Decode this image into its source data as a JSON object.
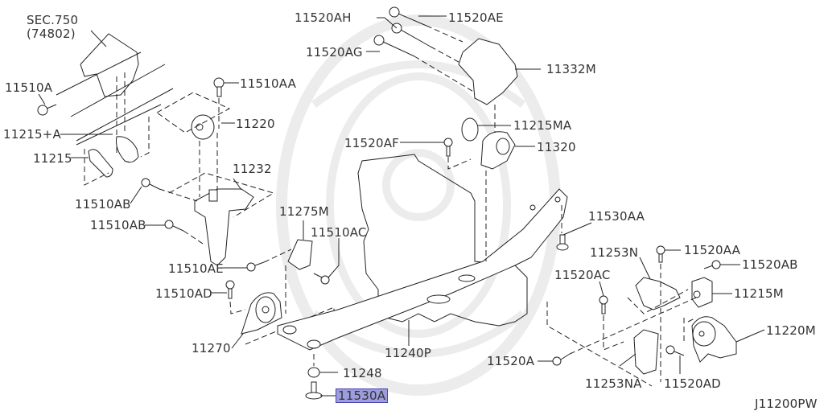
{
  "diagram": {
    "type": "exploded parts diagram",
    "subject": "engine mounting",
    "figure_code": "J11200PW",
    "highlighted_part": "11530A",
    "highlight_color": "#9c9cde",
    "labels": {
      "sec750": "SEC.750",
      "sec750_sub": "(74802)",
      "p11510A": "11510A",
      "p11510AA": "11510AA",
      "p11220": "11220",
      "p11215A": "11215+A",
      "p11215": "11215",
      "p11232": "11232",
      "p11510AB_1": "11510AB",
      "p11510AB_2": "11510AB",
      "p11275M": "11275M",
      "p11510AC": "11510AC",
      "p11510AE": "11510AE",
      "p11510AD": "11510AD",
      "p11270": "11270",
      "p11248": "11248",
      "p11530A": "11530A",
      "p11240P": "11240P",
      "p11520AH": "11520AH",
      "p11520AE": "11520AE",
      "p11520AG": "11520AG",
      "p11332M": "11332M",
      "p11215MA": "11215MA",
      "p11520AF": "11520AF",
      "p11320": "11320",
      "p11530AA": "11530AA",
      "p11253N": "11253N",
      "p11520AA": "11520AA",
      "p11520AB": "11520AB",
      "p11520AC": "11520AC",
      "p11215M": "11215M",
      "p11220M": "11220M",
      "p11520A": "11520A",
      "p11253NA": "11253NA",
      "p11520AD": "11520AD",
      "footer_code": "J11200PW"
    }
  }
}
